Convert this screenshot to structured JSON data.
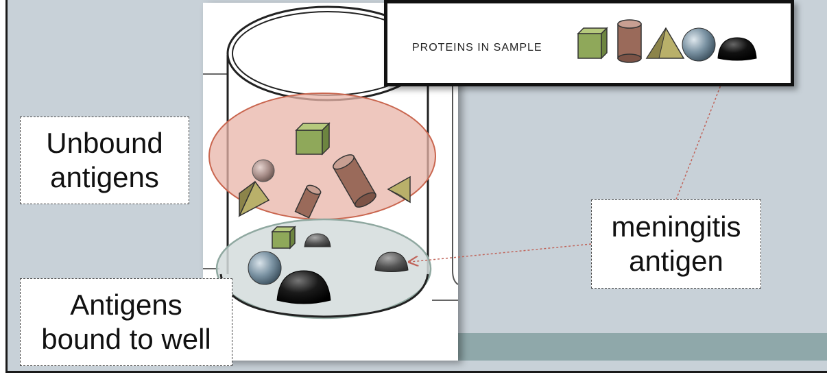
{
  "labels": {
    "unbound": "Unbound\nantigens",
    "bound": "Antigens\nbound to well",
    "meningitis": "meningitis\nantigen"
  },
  "legend": {
    "title": "PROTEINS IN SAMPLE",
    "shapes": [
      "green-cube-icon",
      "brown-cylinder-icon",
      "olive-pyramid-icon",
      "blue-sphere-icon",
      "black-hemisphere-icon"
    ]
  },
  "colors": {
    "background": "#c8d1d8",
    "band": "#8fa8aa",
    "unbound_zone": "#e8b4a8",
    "bound_zone": "#d4dcdc",
    "cube": "#8fa85a",
    "cylinder": "#9a6a5a",
    "pyramid": "#b9b06a",
    "sphere": "#6f8796",
    "hemisphere": "#111111",
    "arrow": "#c0645a"
  }
}
